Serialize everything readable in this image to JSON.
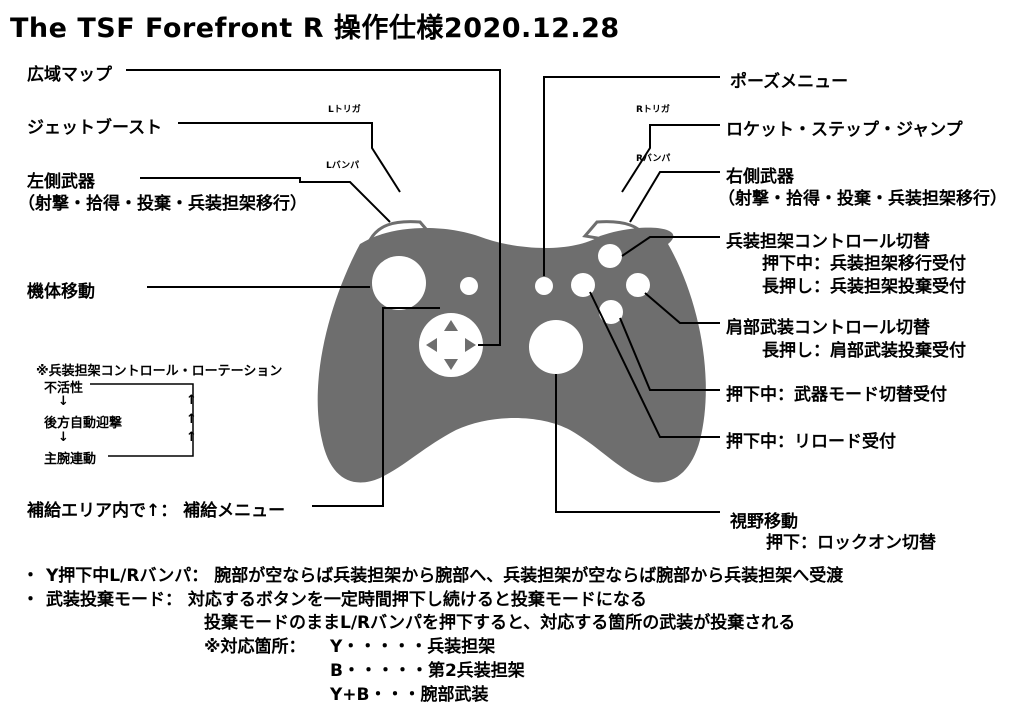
{
  "title": "The TSF Forefront R 操作仕様2020.12.28",
  "left_labels": {
    "map": "広域マップ",
    "jet": "ジェットブースト",
    "left_weapon": "左側武器",
    "left_weapon_sub": "（射撃・拾得・投棄・兵装担架移行）",
    "move": "機体移動",
    "supply": "補給エリア内で↑：  補給メニュー"
  },
  "right_labels": {
    "pause": "ポーズメニュー",
    "rocket": "ロケット・ステップ・ジャンプ",
    "right_weapon": "右側武器",
    "right_weapon_sub": "（射撃・拾得・投棄・兵装担架移行）",
    "rack_ctrl": "兵装担架コントロール切替",
    "rack_ctrl_l1": "押下中：兵装担架移行受付",
    "rack_ctrl_l2": "長押し：兵装担架投棄受付",
    "shoulder": "肩部武装コントロール切替",
    "shoulder_l1": "長押し：肩部武装投棄受付",
    "weapon_mode": "押下中：武器モード切替受付",
    "reload": "押下中：リロード受付",
    "view": "視野移動",
    "view_l1": "押下：ロックオン切替"
  },
  "triggers": {
    "lt": "Lトリガ",
    "lb": "Lバンパ",
    "rt": "Rトリガ",
    "rb": "Rバンパ"
  },
  "rotation": {
    "title": "※兵装担架コントロール・ローテーション",
    "item1": "不活性",
    "item2": "後方自動迎撃",
    "item3": "主腕連動",
    "down_arrow": "↓",
    "up_arrow": "↑"
  },
  "notes": {
    "bullet": "・",
    "n1": "Y押下中L/Rバンパ：  腕部が空ならば兵装担架から腕部へ、兵装担架が空ならば腕部から兵装担架へ受渡",
    "n2": "武装投棄モード：  対応するボタンを一定時間押下し続けると投棄モードになる",
    "n3": "投棄モードのままL/Rバンパを押下すると、対応する箇所の武装が投棄される",
    "n4_head": "※対応箇所：",
    "n4_a": "Y・・・・・兵装担架",
    "n4_b": "B・・・・・第2兵装担架",
    "n4_c": "Y+B・・・腕部武装"
  },
  "colors": {
    "body": "#6e6e6e",
    "button": "#ffffff",
    "line": "#000000"
  }
}
